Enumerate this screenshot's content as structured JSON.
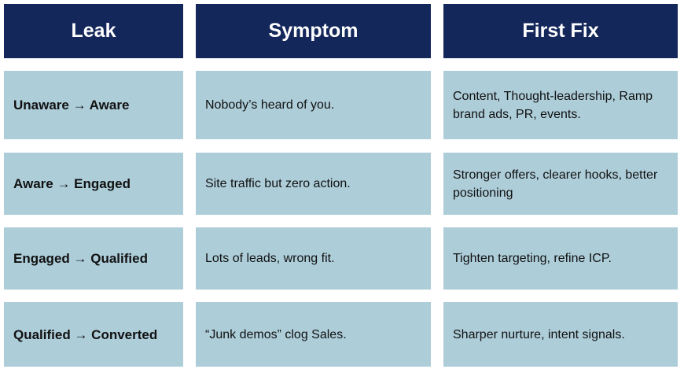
{
  "table": {
    "headers": [
      "Leak",
      "Symptom",
      "First Fix"
    ],
    "rows": [
      {
        "leak": "Unaware → Aware",
        "symptom": "Nobody’s heard of you.",
        "first_fix": "Content, Thought-leadership, Ramp brand ads, PR, events."
      },
      {
        "leak": "Aware → Engaged",
        "symptom": "Site traffic but zero action.",
        "first_fix": "Stronger offers, clearer hooks, better positioning"
      },
      {
        "leak": "Engaged → Qualified",
        "symptom": "Lots of leads, wrong fit.",
        "first_fix": "Tighten targeting, refine ICP."
      },
      {
        "leak": "Qualified → Converted",
        "symptom": "“Junk demos” clog Sales.",
        "first_fix": "Sharper nurture, intent signals."
      }
    ]
  },
  "colors": {
    "header_background": "#13275a",
    "header_text": "#ffffff",
    "cell_background": "#adcdd9",
    "cell_text": "#111111"
  }
}
